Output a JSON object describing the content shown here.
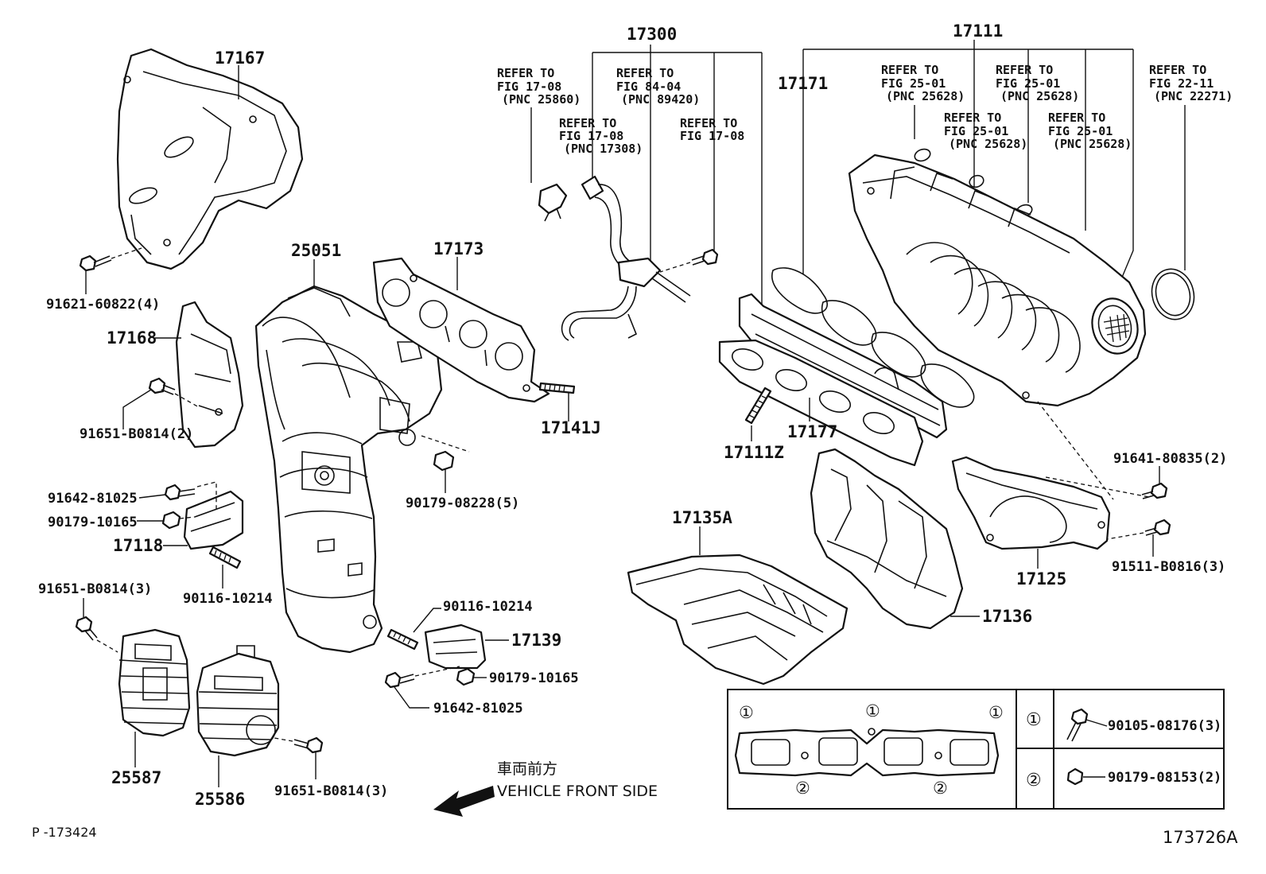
{
  "figure_id": "173726A",
  "page_ref": "P -173424",
  "front_label_jp": "車両前方",
  "front_label_en": "VEHICLE FRONT SIDE",
  "parts": {
    "p17167": "17167",
    "p91621": "91621-60822(4)",
    "p17168": "17168",
    "p91651a": "91651-B0814(2)",
    "p91642a": "91642-81025",
    "p90179a": "90179-10165",
    "p17118": "17118",
    "p90116a": "90116-10214",
    "p91651b": "91651-B0814(3)",
    "p25587": "25587",
    "p25586": "25586",
    "p91651c": "91651-B0814(3)",
    "p25051": "25051",
    "p17173": "17173",
    "p90179b": "90179-08228(5)",
    "p17141J": "17141J",
    "p90116b": "90116-10214",
    "p17139": "17139",
    "p90179c": "90179-10165",
    "p91642b": "91642-81025",
    "p17300": "17300",
    "p17111": "17111",
    "p17171": "17171",
    "p17177": "17177",
    "p17111Z": "17111Z",
    "p17135A": "17135A",
    "p17136": "17136",
    "p17125": "17125",
    "p91641": "91641-80835(2)",
    "p91511": "91511-B0816(3)"
  },
  "refs": {
    "r1": [
      "REFER TO",
      "FIG 17-08",
      "(PNC 25860)"
    ],
    "r2": [
      "REFER TO",
      "FIG 17-08",
      "(PNC 17308)"
    ],
    "r3": [
      "REFER TO",
      "FIG 84-04",
      "(PNC 89420)"
    ],
    "r4": [
      "REFER TO",
      "FIG 17-08"
    ],
    "r5": [
      "REFER TO",
      "FIG 25-01",
      "(PNC 25628)"
    ],
    "r6": [
      "REFER TO",
      "FIG 25-01",
      "(PNC 25628)"
    ],
    "r7": [
      "REFER TO",
      "FIG 25-01",
      "(PNC 25628)"
    ],
    "r8": [
      "REFER TO",
      "FIG 25-01",
      "(PNC 25628)"
    ],
    "r9": [
      "REFER TO",
      "FIG 22-11",
      "(PNC 22271)"
    ]
  },
  "legend": {
    "mark1": "①",
    "mark2": "②",
    "item1_part": "90105-08176(3)",
    "item2_part": "90179-08153(2)"
  }
}
